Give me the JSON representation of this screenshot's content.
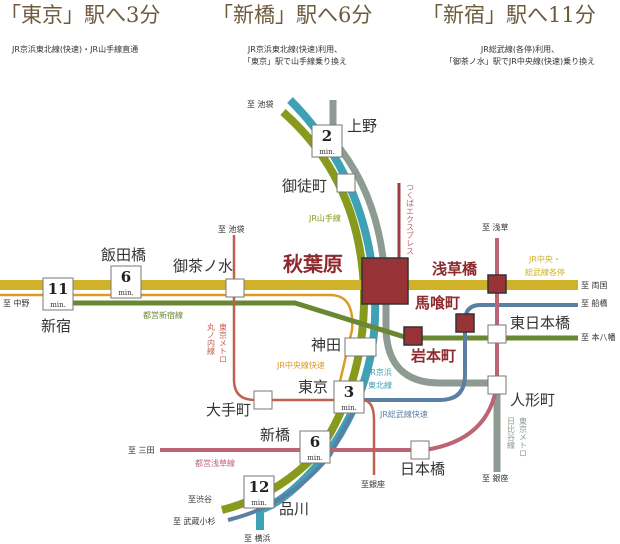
{
  "header": [
    {
      "title": "「東京」駅へ3分",
      "note_lines": [
        "JR京浜東北線(快速)・JR山手線直通"
      ]
    },
    {
      "title": "「新橋」駅へ6分",
      "note_lines": [
        "JR京浜東北線(快速)利用、",
        "「東京」駅で山手線乗り換え"
      ]
    },
    {
      "title": "「新宿」駅へ11分",
      "note_lines": [
        "JR総武線(各停)利用、",
        "「御茶ノ水」駅でJR中央線(快速)乗り換え"
      ]
    }
  ],
  "stations": {
    "akihabara": "秋葉原",
    "asakusabashi": "浅草橋",
    "bakurocho": "馬喰町",
    "iwamotocho": "岩本町",
    "ueno": "上野",
    "okachimachi": "御徒町",
    "ochanomizu": "御茶ノ水",
    "iidabashi": "飯田橋",
    "shinjuku": "新宿",
    "kanda": "神田",
    "tokyo": "東京",
    "otemachi": "大手町",
    "shinbashi": "新橋",
    "shinagawa": "品川",
    "nihonbashi": "日本橋",
    "ningyocho": "人形町",
    "higashinihonbashi": "東日本橋"
  },
  "times": {
    "ueno": {
      "value": "2",
      "unit": "min."
    },
    "iidabashi": {
      "value": "6",
      "unit": "min."
    },
    "shinjuku": {
      "value": "11",
      "unit": "min."
    },
    "tokyo": {
      "value": "3",
      "unit": "min."
    },
    "shinbashi": {
      "value": "6",
      "unit": "min."
    },
    "shinagawa": {
      "value": "12",
      "unit": "min."
    }
  },
  "lines": {
    "yamanote": "JR山手線",
    "chuo_sobu": [
      "JR中央・",
      "総武線各停"
    ],
    "chuo_rapid": "JR中央線快速",
    "keihin": [
      "JR京浜",
      "東北線"
    ],
    "sobu_rapid": "JR総武線快速",
    "shinjuku_line": "都営新宿線",
    "asakusa_line": "都営浅草線",
    "tsukuba": "つくばエクスプレス",
    "marunouchi": [
      "東京メトロ",
      "丸ノ内線"
    ],
    "hibiya": [
      "東京メトロ",
      "日比谷線"
    ]
  },
  "destinations": {
    "ikebukuro_jr": "至 池袋",
    "ikebukuro_m": "至 池袋",
    "asakusa": "至 浅草",
    "ryogoku": "至 両国",
    "funabashi": "至 船橋",
    "motoyawata": "至 本八幡",
    "nakano": "至 中野",
    "mita": "至 三田",
    "ginza1": "至銀座",
    "ginza2": "至 銀座",
    "shibuya": "至渋谷",
    "musashikosugi": "至 武蔵小杉",
    "yokohama": "至 横浜"
  },
  "colors": {
    "yamanote": "#879a1c",
    "keihin": "#3ea1b6",
    "hibiya": "#8d9b92",
    "chuo_sobu": "#cfb22a",
    "chuo_rapid": "#dd9a25",
    "shinjuku": "#6a8834",
    "asakusa": "#bd6474",
    "sobu_rapid": "#5b7fa2",
    "marunouchi": "#c2604f",
    "tsukuba": "#9a3c40",
    "station_red": "#973236",
    "header": "#6e5a3c"
  }
}
